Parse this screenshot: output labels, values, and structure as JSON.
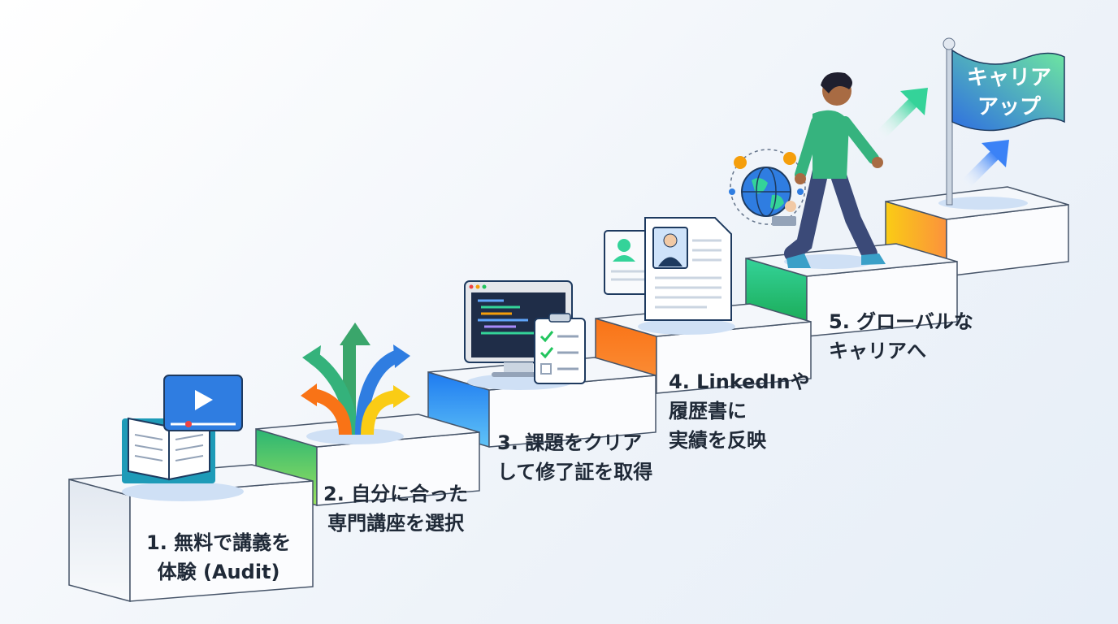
{
  "steps": [
    {
      "lines": [
        "1. 無料で講義を",
        "体験 (Audit)"
      ],
      "icon": "book-video-icon",
      "riser_color": "#cbd5e1"
    },
    {
      "lines": [
        "2. 自分に合った",
        "専門講座を選択"
      ],
      "icon": "branching-arrows-icon",
      "riser_color": "#4cc38a"
    },
    {
      "lines": [
        "3. 課題をクリア",
        "して修了証を取得"
      ],
      "icon": "computer-checklist-icon",
      "riser_color": "#3b82f6"
    },
    {
      "lines": [
        "4. LinkedInや",
        "履歴書に",
        "実績を反映"
      ],
      "icon": "resume-profile-icon",
      "riser_color": "#f97316"
    },
    {
      "lines": [
        "5. グローバルな",
        "キャリアへ"
      ],
      "icon": "global-network-icon",
      "riser_color": "#22c55e"
    }
  ],
  "flag": {
    "lines": [
      "キャリア",
      "アップ"
    ],
    "color_start": "#2f6fe0",
    "color_end": "#5fd39a"
  },
  "top_riser_color": "#facc15"
}
